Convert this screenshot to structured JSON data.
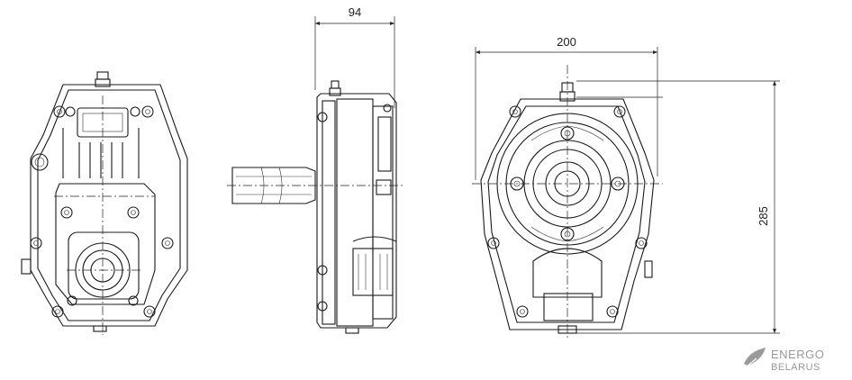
{
  "dimensions": {
    "width_label": "94",
    "front_width_label": "200",
    "height_label": "285"
  },
  "logo": {
    "line1": "ENERGO",
    "line2": "BELARUS",
    "color": "#9a9a9a"
  },
  "colors": {
    "line": "#1a1a1a",
    "background": "#ffffff"
  }
}
